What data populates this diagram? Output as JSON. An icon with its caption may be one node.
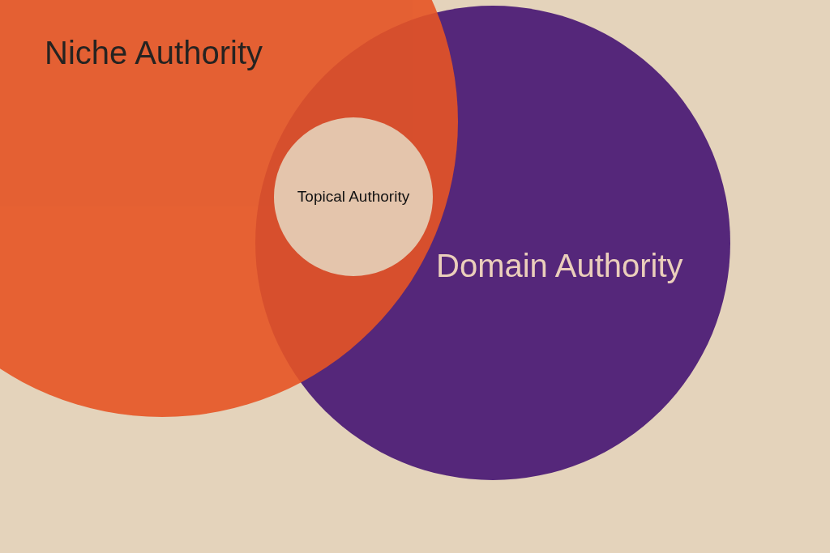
{
  "diagram": {
    "nodes": [
      {
        "text": [
          "Niche Authority"
        ]
      },
      {
        "text": [
          "Domain Authority"
        ]
      },
      {
        "text": [
          "Topical Authority"
        ]
      }
    ]
  }
}
